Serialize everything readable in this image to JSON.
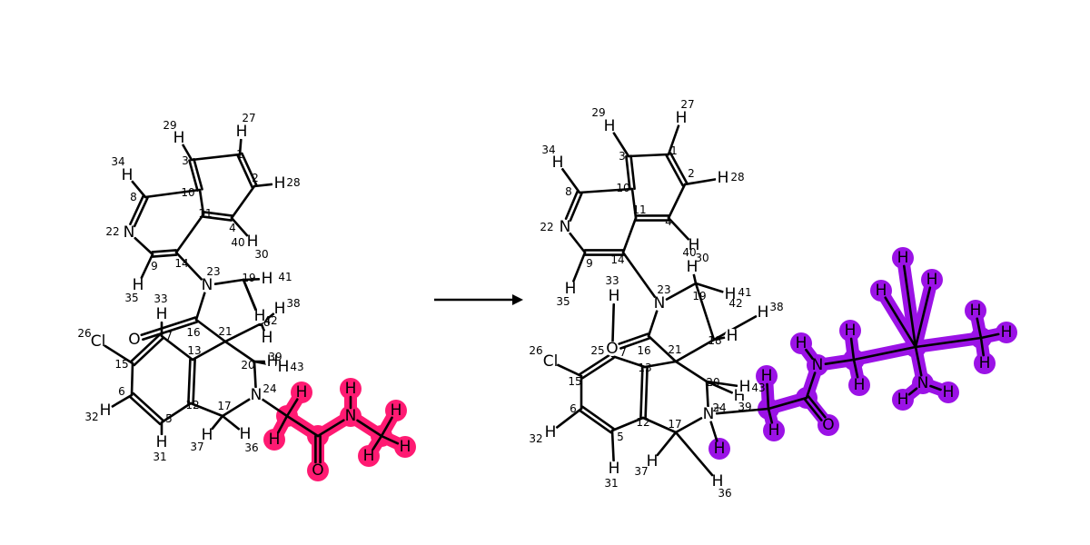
{
  "reaction": {
    "arrow": "reaction-arrow",
    "reactant": {
      "highlight_color": "#ff1a72",
      "atoms": [
        {
          "t": "C",
          "n": "1"
        },
        {
          "t": "C",
          "n": "2"
        },
        {
          "t": "C",
          "n": "3"
        },
        {
          "t": "C",
          "n": "4"
        },
        {
          "t": "C",
          "n": "5"
        },
        {
          "t": "C",
          "n": "6"
        },
        {
          "t": "C",
          "n": "7"
        },
        {
          "t": "C",
          "n": "8"
        },
        {
          "t": "C",
          "n": "9"
        },
        {
          "t": "C",
          "n": "10"
        },
        {
          "t": "C",
          "n": "11"
        },
        {
          "t": "C",
          "n": "12"
        },
        {
          "t": "C",
          "n": "13"
        },
        {
          "t": "C",
          "n": "14"
        },
        {
          "t": "C",
          "n": "15"
        },
        {
          "t": "C",
          "n": "16"
        },
        {
          "t": "C",
          "n": "17"
        },
        {
          "t": "C",
          "n": "18"
        },
        {
          "t": "C",
          "n": "19"
        },
        {
          "t": "C",
          "n": "20"
        },
        {
          "t": "C",
          "n": "21"
        },
        {
          "t": "N",
          "n": "22"
        },
        {
          "t": "N",
          "n": "23"
        },
        {
          "t": "N",
          "n": "24"
        },
        {
          "t": "O",
          "n": ""
        },
        {
          "t": "Cl",
          "n": "26"
        },
        {
          "t": "H",
          "n": "27"
        },
        {
          "t": "H",
          "n": "28"
        },
        {
          "t": "H",
          "n": "29"
        },
        {
          "t": "H",
          "n": "30"
        },
        {
          "t": "H",
          "n": "31"
        },
        {
          "t": "H",
          "n": "32"
        },
        {
          "t": "H",
          "n": "33"
        },
        {
          "t": "H",
          "n": "34"
        },
        {
          "t": "H",
          "n": "35"
        },
        {
          "t": "H",
          "n": "36"
        },
        {
          "t": "H",
          "n": "37"
        },
        {
          "t": "H",
          "n": "38"
        },
        {
          "t": "H",
          "n": "39"
        },
        {
          "t": "H",
          "n": "40"
        },
        {
          "t": "H",
          "n": "41"
        },
        {
          "t": "H",
          "n": "42"
        },
        {
          "t": "H",
          "n": "43"
        },
        {
          "t": "C",
          "n": "",
          "hl": true
        },
        {
          "t": "H",
          "n": "",
          "hl": true
        },
        {
          "t": "H",
          "n": "",
          "hl": true
        },
        {
          "t": "C",
          "n": "",
          "hl": true
        },
        {
          "t": "O",
          "n": "",
          "hl": true
        },
        {
          "t": "N",
          "n": "",
          "hl": true
        },
        {
          "t": "H",
          "n": "",
          "hl": true
        },
        {
          "t": "C",
          "n": "",
          "hl": true
        },
        {
          "t": "H",
          "n": "",
          "hl": true
        },
        {
          "t": "H",
          "n": "",
          "hl": true
        },
        {
          "t": "H",
          "n": "",
          "hl": true
        }
      ],
      "bonds": [
        [
          0,
          1,
          2
        ],
        [
          1,
          3,
          1
        ],
        [
          3,
          10,
          2
        ],
        [
          10,
          9,
          1
        ],
        [
          9,
          2,
          2
        ],
        [
          2,
          0,
          1
        ],
        [
          9,
          7,
          1
        ],
        [
          7,
          21,
          2
        ],
        [
          21,
          8,
          1
        ],
        [
          8,
          13,
          2
        ],
        [
          13,
          10,
          1
        ],
        [
          13,
          22,
          1
        ],
        [
          22,
          15,
          1
        ],
        [
          22,
          18,
          1
        ],
        [
          18,
          17,
          1
        ],
        [
          17,
          20,
          1
        ],
        [
          20,
          15,
          1
        ],
        [
          15,
          24,
          2
        ],
        [
          20,
          12,
          1
        ],
        [
          20,
          19,
          1
        ],
        [
          19,
          23,
          1
        ],
        [
          23,
          16,
          1
        ],
        [
          16,
          11,
          1
        ],
        [
          11,
          12,
          2
        ],
        [
          12,
          6,
          1
        ],
        [
          6,
          14,
          2
        ],
        [
          14,
          5,
          1
        ],
        [
          5,
          4,
          2
        ],
        [
          4,
          11,
          1
        ],
        [
          14,
          25,
          1
        ],
        [
          0,
          26,
          1
        ],
        [
          1,
          27,
          1
        ],
        [
          2,
          28,
          1
        ],
        [
          3,
          29,
          1
        ],
        [
          4,
          30,
          1
        ],
        [
          5,
          31,
          1
        ],
        [
          6,
          32,
          1
        ],
        [
          7,
          33,
          1
        ],
        [
          8,
          34,
          1
        ],
        [
          16,
          35,
          1
        ],
        [
          16,
          36,
          1
        ],
        [
          17,
          37,
          1
        ],
        [
          17,
          41,
          1
        ],
        [
          18,
          39,
          1
        ],
        [
          18,
          40,
          1
        ],
        [
          19,
          38,
          1
        ],
        [
          19,
          42,
          1
        ],
        [
          23,
          43,
          1
        ],
        [
          43,
          44,
          1
        ],
        [
          43,
          45,
          1
        ],
        [
          43,
          46,
          1
        ],
        [
          46,
          47,
          2
        ],
        [
          46,
          48,
          1
        ],
        [
          48,
          49,
          1
        ],
        [
          48,
          50,
          1
        ],
        [
          50,
          51,
          1
        ],
        [
          50,
          52,
          1
        ],
        [
          50,
          53,
          1
        ]
      ]
    },
    "product": {
      "highlight_color": "#9b12e6",
      "atoms": [
        {
          "t": "C",
          "n": "1"
        },
        {
          "t": "C",
          "n": "2"
        },
        {
          "t": "C",
          "n": "3"
        },
        {
          "t": "C",
          "n": "4"
        },
        {
          "t": "C",
          "n": "5"
        },
        {
          "t": "C",
          "n": "6"
        },
        {
          "t": "C",
          "n": "7"
        },
        {
          "t": "C",
          "n": "8"
        },
        {
          "t": "C",
          "n": "9"
        },
        {
          "t": "C",
          "n": "10"
        },
        {
          "t": "C",
          "n": "11"
        },
        {
          "t": "C",
          "n": "12"
        },
        {
          "t": "C",
          "n": "13"
        },
        {
          "t": "C",
          "n": "14"
        },
        {
          "t": "C",
          "n": "15"
        },
        {
          "t": "C",
          "n": "16"
        },
        {
          "t": "C",
          "n": "17"
        },
        {
          "t": "C",
          "n": "18"
        },
        {
          "t": "C",
          "n": "19"
        },
        {
          "t": "C",
          "n": "20"
        },
        {
          "t": "C",
          "n": "21"
        },
        {
          "t": "N",
          "n": "22"
        },
        {
          "t": "N",
          "n": "23"
        },
        {
          "t": "N+",
          "n": "24"
        },
        {
          "t": "O",
          "n": "25"
        },
        {
          "t": "Cl",
          "n": "26"
        },
        {
          "t": "H",
          "n": "27"
        },
        {
          "t": "H",
          "n": "28"
        },
        {
          "t": "H",
          "n": "29"
        },
        {
          "t": "H",
          "n": "30"
        },
        {
          "t": "H",
          "n": "31"
        },
        {
          "t": "H",
          "n": "32"
        },
        {
          "t": "H",
          "n": "33"
        },
        {
          "t": "H",
          "n": "34"
        },
        {
          "t": "H",
          "n": "35"
        },
        {
          "t": "H",
          "n": "36"
        },
        {
          "t": "H",
          "n": "37"
        },
        {
          "t": "H",
          "n": "38"
        },
        {
          "t": "H",
          "n": "39"
        },
        {
          "t": "H",
          "n": "40"
        },
        {
          "t": "H",
          "n": "41"
        },
        {
          "t": "H",
          "n": "42"
        },
        {
          "t": "H",
          "n": "43"
        },
        {
          "t": "C",
          "n": "",
          "hl": true
        },
        {
          "t": "H",
          "n": "",
          "hl": true
        },
        {
          "t": "H",
          "n": "",
          "hl": true
        },
        {
          "t": "C",
          "n": "",
          "hl": true
        },
        {
          "t": "O",
          "n": "",
          "hl": true
        },
        {
          "t": "N",
          "n": "",
          "hl": true
        },
        {
          "t": "H",
          "n": "",
          "hl": true
        },
        {
          "t": "C",
          "n": "",
          "hl": true
        },
        {
          "t": "H",
          "n": "",
          "hl": true
        },
        {
          "t": "H",
          "n": "",
          "hl": true
        },
        {
          "t": "C",
          "n": "",
          "hl": true
        },
        {
          "t": "H",
          "n": "",
          "hl": true
        },
        {
          "t": "H",
          "n": "",
          "hl": true
        },
        {
          "t": "H",
          "n": "",
          "hl": true
        },
        {
          "t": "C",
          "n": "",
          "hl": true
        },
        {
          "t": "H",
          "n": "",
          "hl": true
        },
        {
          "t": "H",
          "n": "",
          "hl": true
        },
        {
          "t": "H",
          "n": "",
          "hl": true
        },
        {
          "t": "N",
          "n": "",
          "hl": true
        },
        {
          "t": "H",
          "n": "",
          "hl": true
        },
        {
          "t": "H",
          "n": "",
          "hl": true
        },
        {
          "t": "H",
          "n": "",
          "hl": true
        }
      ],
      "bonds": [
        [
          0,
          1,
          2
        ],
        [
          1,
          3,
          1
        ],
        [
          3,
          10,
          2
        ],
        [
          10,
          9,
          1
        ],
        [
          9,
          2,
          2
        ],
        [
          2,
          0,
          1
        ],
        [
          9,
          7,
          1
        ],
        [
          7,
          21,
          2
        ],
        [
          21,
          8,
          1
        ],
        [
          8,
          13,
          2
        ],
        [
          13,
          10,
          1
        ],
        [
          13,
          22,
          1
        ],
        [
          22,
          15,
          1
        ],
        [
          22,
          18,
          1
        ],
        [
          18,
          17,
          1
        ],
        [
          17,
          20,
          1
        ],
        [
          20,
          15,
          1
        ],
        [
          15,
          24,
          2
        ],
        [
          20,
          12,
          1
        ],
        [
          20,
          19,
          1
        ],
        [
          19,
          23,
          1
        ],
        [
          23,
          16,
          1
        ],
        [
          16,
          11,
          1
        ],
        [
          11,
          12,
          2
        ],
        [
          12,
          6,
          1
        ],
        [
          6,
          14,
          2
        ],
        [
          14,
          5,
          1
        ],
        [
          5,
          4,
          2
        ],
        [
          4,
          11,
          1
        ],
        [
          14,
          25,
          1
        ],
        [
          0,
          26,
          1
        ],
        [
          1,
          27,
          1
        ],
        [
          2,
          28,
          1
        ],
        [
          3,
          29,
          1
        ],
        [
          4,
          30,
          1
        ],
        [
          5,
          31,
          1
        ],
        [
          6,
          32,
          1
        ],
        [
          7,
          33,
          1
        ],
        [
          8,
          34,
          1
        ],
        [
          16,
          35,
          1
        ],
        [
          16,
          36,
          1
        ],
        [
          17,
          37,
          1
        ],
        [
          17,
          41,
          1
        ],
        [
          18,
          39,
          1
        ],
        [
          18,
          40,
          1
        ],
        [
          19,
          38,
          1
        ],
        [
          19,
          42,
          1
        ],
        [
          23,
          43,
          1
        ],
        [
          43,
          44,
          1
        ],
        [
          43,
          45,
          1
        ],
        [
          43,
          46,
          1
        ],
        [
          46,
          47,
          2
        ],
        [
          46,
          48,
          1
        ],
        [
          48,
          49,
          1
        ],
        [
          48,
          50,
          1
        ],
        [
          50,
          51,
          1
        ],
        [
          50,
          52,
          1
        ],
        [
          50,
          53,
          1
        ],
        [
          53,
          54,
          1
        ],
        [
          53,
          55,
          1
        ],
        [
          53,
          56,
          1
        ],
        [
          53,
          57,
          1
        ],
        [
          57,
          58,
          1
        ],
        [
          57,
          59,
          1
        ],
        [
          57,
          60,
          1
        ],
        [
          53,
          61,
          1
        ],
        [
          61,
          62,
          1
        ],
        [
          61,
          63,
          1
        ],
        [
          23,
          64,
          1
        ]
      ]
    }
  }
}
